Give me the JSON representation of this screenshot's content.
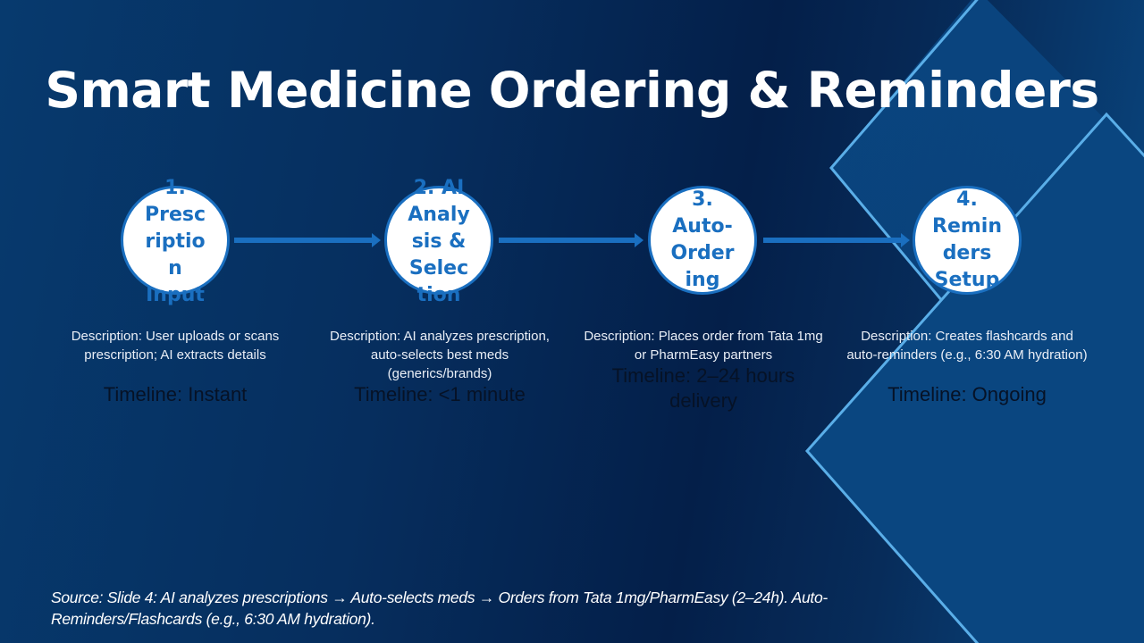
{
  "slide": {
    "title": "Smart Medicine Ordering & Reminders",
    "steps": [
      {
        "label": "1. Prescription Input",
        "label_lines": [
          "1.",
          "Presc",
          "riptio",
          "n",
          "Input"
        ],
        "description": "Description: User uploads or scans prescription; AI extracts details",
        "timeline": "Timeline: Instant"
      },
      {
        "label": "2. AI Analysis & Selection",
        "label_lines": [
          "2. AI",
          "Analy",
          "sis &",
          "Selec",
          "tion"
        ],
        "description": "Description: AI analyzes prescription, auto-selects best meds (generics/brands)",
        "timeline": "Timeline: <1 minute"
      },
      {
        "label": "3. Auto-Ordering",
        "label_lines": [
          "3.",
          "Auto-",
          "Order",
          "ing"
        ],
        "description": "Description: Places order from Tata 1mg or PharmEasy partners",
        "timeline": "Timeline: 2–24 hours delivery"
      },
      {
        "label": "4. Reminders Setup",
        "label_lines": [
          "4.",
          "Remin",
          "ders",
          "Setup"
        ],
        "description": "Description: Creates flashcards and auto-reminders (e.g., 6:30 AM hydration)",
        "timeline": "Timeline: Ongoing"
      }
    ],
    "source": "Source: Slide 4: AI analyzes prescriptions → Auto-selects meds → Orders from Tata 1mg/PharmEasy (2–24h). Auto-Reminders/Flashcards (e.g., 6:30 AM hydration)."
  },
  "colors": {
    "accent": "#1a6fc0",
    "background_dark": "#041f49",
    "background_light": "#0a4a85",
    "diamond_outline": "#5aaee8",
    "title": "#ffffff",
    "timeline_text": "#061226"
  }
}
